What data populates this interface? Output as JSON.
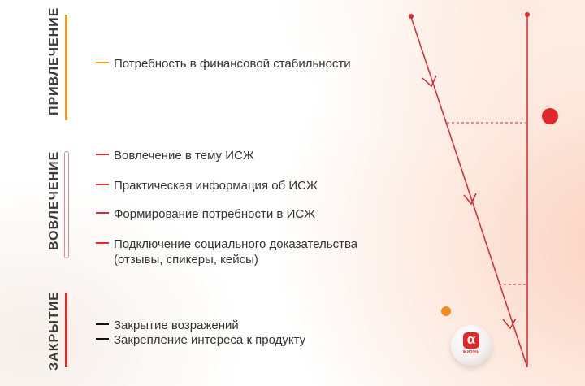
{
  "sections": [
    {
      "label": "ПРИВЛЕЧЕНИЕ",
      "color": "#f29a1f",
      "items": [
        "Потребность в финансовой стабильности"
      ]
    },
    {
      "label": "ВОВЛЕЧЕНИЕ",
      "color": "#e0272c",
      "items": [
        "Вовлечение в тему ИСЖ",
        "Практическая информация об ИСЖ",
        "Формирование потребности в ИСЖ",
        "Подключение социального доказательства",
        "(отзывы, спикеры, кейсы)"
      ]
    },
    {
      "label": "ЗАКРЫТИЕ",
      "color": "#e0272c",
      "items": [
        "Закрытие возражений",
        "Закрепление интереса к продукту"
      ]
    }
  ],
  "logo": {
    "glyph": "α",
    "caption": "ЖИЗНЬ",
    "color": "#e0272c"
  },
  "decor": {
    "red_dot_color": "#e0272c",
    "orange_dot_color": "#f28a1c",
    "line_color": "#e0272c"
  }
}
